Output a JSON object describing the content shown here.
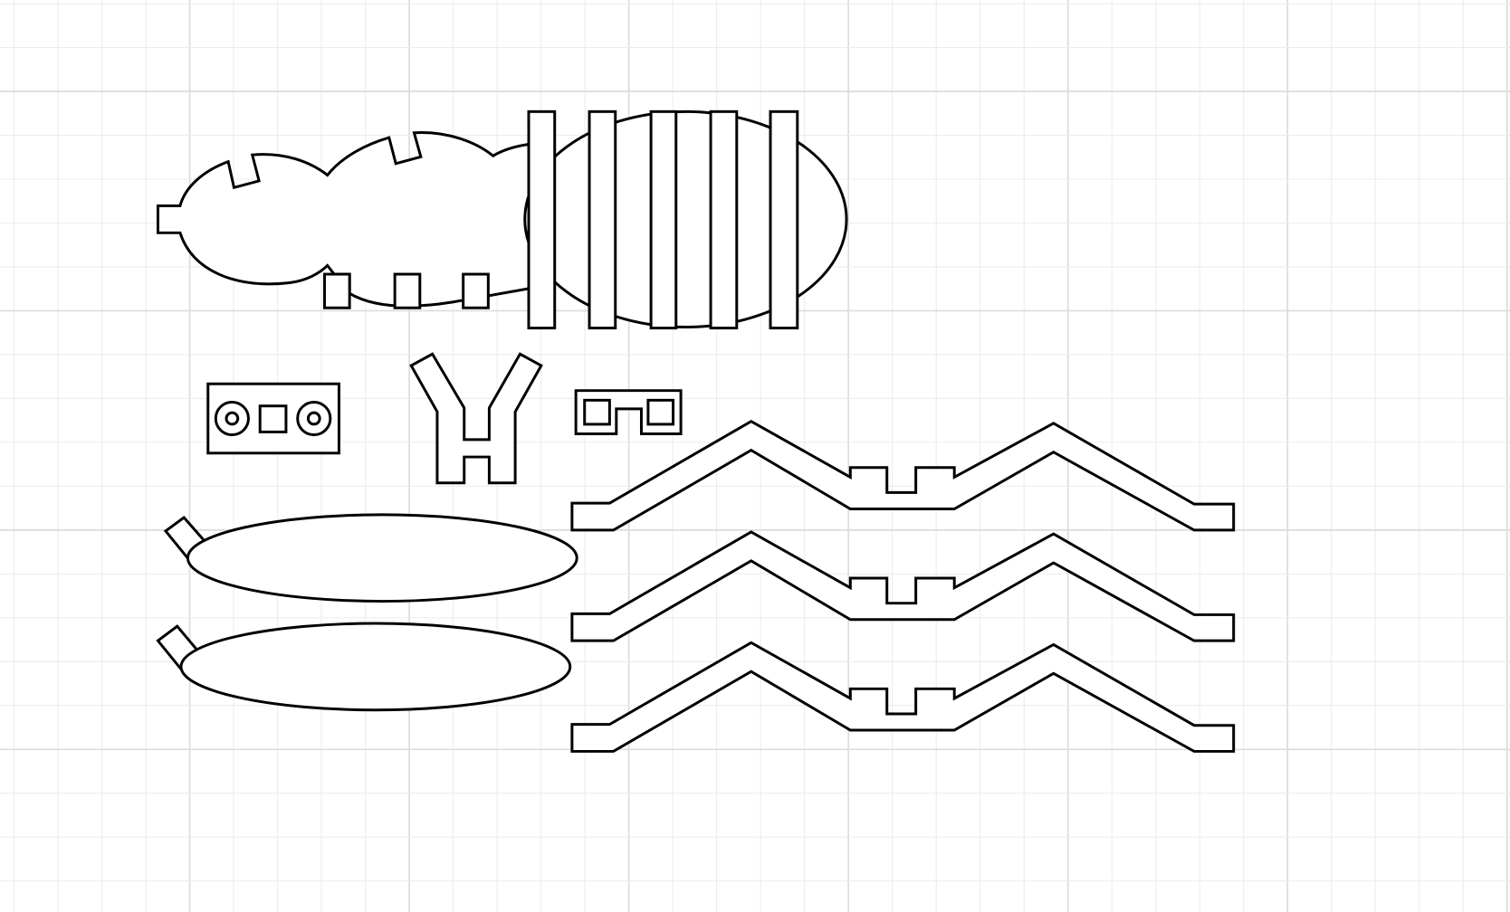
{
  "canvas": {
    "background": "#ffffff",
    "grid_minor_color": "#ececec",
    "grid_major_color": "#dcdcdc",
    "stroke_color": "#000000"
  },
  "pieces": [
    {
      "name": "body-piece"
    },
    {
      "name": "plate-with-holes"
    },
    {
      "name": "y-shaped-piece"
    },
    {
      "name": "small-slotted-piece"
    },
    {
      "name": "zigzag-leg"
    },
    {
      "name": "zigzag-leg"
    },
    {
      "name": "zigzag-leg"
    },
    {
      "name": "wing-piece"
    },
    {
      "name": "wing-piece"
    }
  ]
}
